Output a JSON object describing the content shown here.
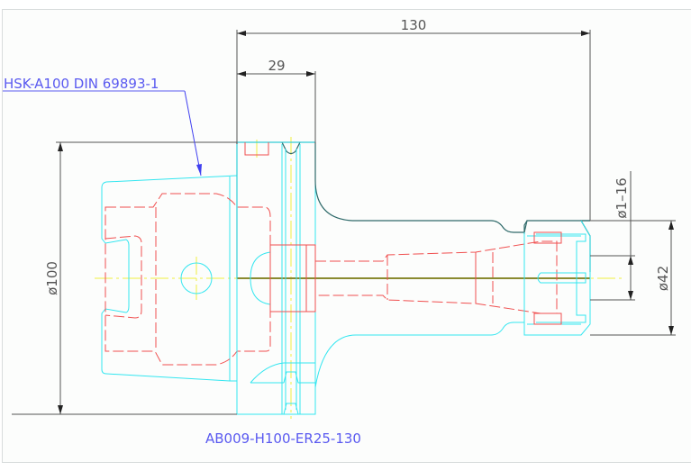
{
  "dimensions": {
    "overall_length": "130",
    "flange_length": "29",
    "flange_diameter": "ø100",
    "clamping_range": "ø1–16",
    "nut_diameter": "ø42"
  },
  "labels": {
    "interface": "HSK-A100 DIN 69893-1",
    "part_number": "AB009-H100-ER25-130"
  },
  "colors": {
    "outline": "#33e6f0",
    "hidden": "#f05050",
    "centerline": "#f0f040",
    "dimension": "#555555",
    "annotation": "#5a5af0"
  }
}
